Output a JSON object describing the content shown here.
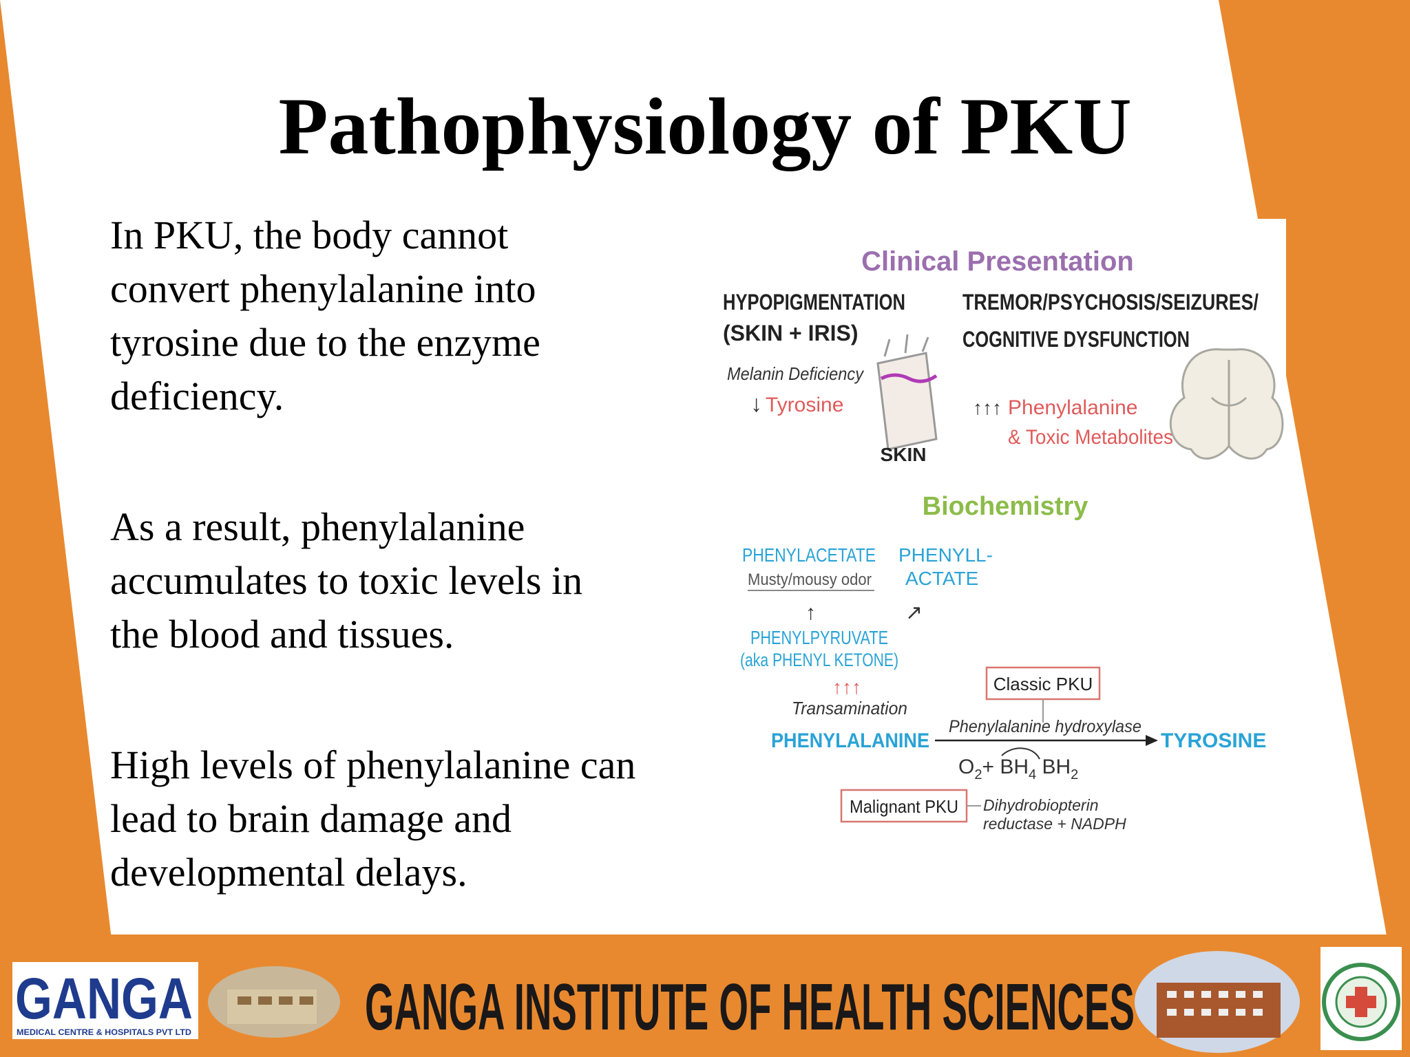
{
  "slide": {
    "title": "Pathophysiology of PKU",
    "paragraphs": [
      [
        "In PKU, the body cannot",
        "convert phenylalanine into",
        "tyrosine due to the enzyme",
        "deficiency."
      ],
      [
        "As a result, phenylalanine",
        "accumulates to toxic levels in",
        "the blood and tissues."
      ],
      [
        "High levels of phenylalanine can",
        "lead to brain damage and",
        "developmental delays."
      ]
    ]
  },
  "figure": {
    "clinical": {
      "heading": "Clinical Presentation",
      "hypo_line1": "HYPOPIGMENTATION",
      "hypo_line2": "(SKIN + IRIS)",
      "melanin": "Melanin Deficiency",
      "tyrosine_down": "Tyrosine",
      "skin": "SKIN",
      "tremor_line1": "TREMOR/PSYCHOSIS/SEIZURES/",
      "tremor_line2": "COGNITIVE DYSFUNCTION",
      "phe_up": "Phenylalanine",
      "toxic": "& Toxic Metabolites"
    },
    "biochem": {
      "heading": "Biochemistry",
      "phenylacetate": "PHENYLACETATE",
      "musty": "Musty/mousy odor",
      "phenyllactate_1": "PHENYLL-",
      "phenyllactate_2": "ACTATE",
      "phenylpyruvate": "PHENYLPYRUVATE",
      "aka": "(aka PHENYL KETONE)",
      "transamination": "Transamination",
      "phenylalanine": "PHENYLALANINE",
      "tyrosine": "TYROSINE",
      "enzyme": "Phenylalanine hydroxylase",
      "classic": "Classic PKU",
      "malignant": "Malignant PKU",
      "reductase_1": "Dihydrobiopterin",
      "reductase_2": "reductase + NADPH"
    },
    "colors": {
      "clinical_heading": "#9b6fae",
      "biochem_heading": "#8cbc4a",
      "blue": "#2aa3d6",
      "red": "#e05a5a",
      "box_border": "#d8766f"
    }
  },
  "footer": {
    "logo_text": "GANGA",
    "logo_subtext": "MEDICAL CENTRE & HOSPITALS PVT LTD",
    "banner": "GANGA INSTITUTE OF HEALTH SCIENCES"
  }
}
